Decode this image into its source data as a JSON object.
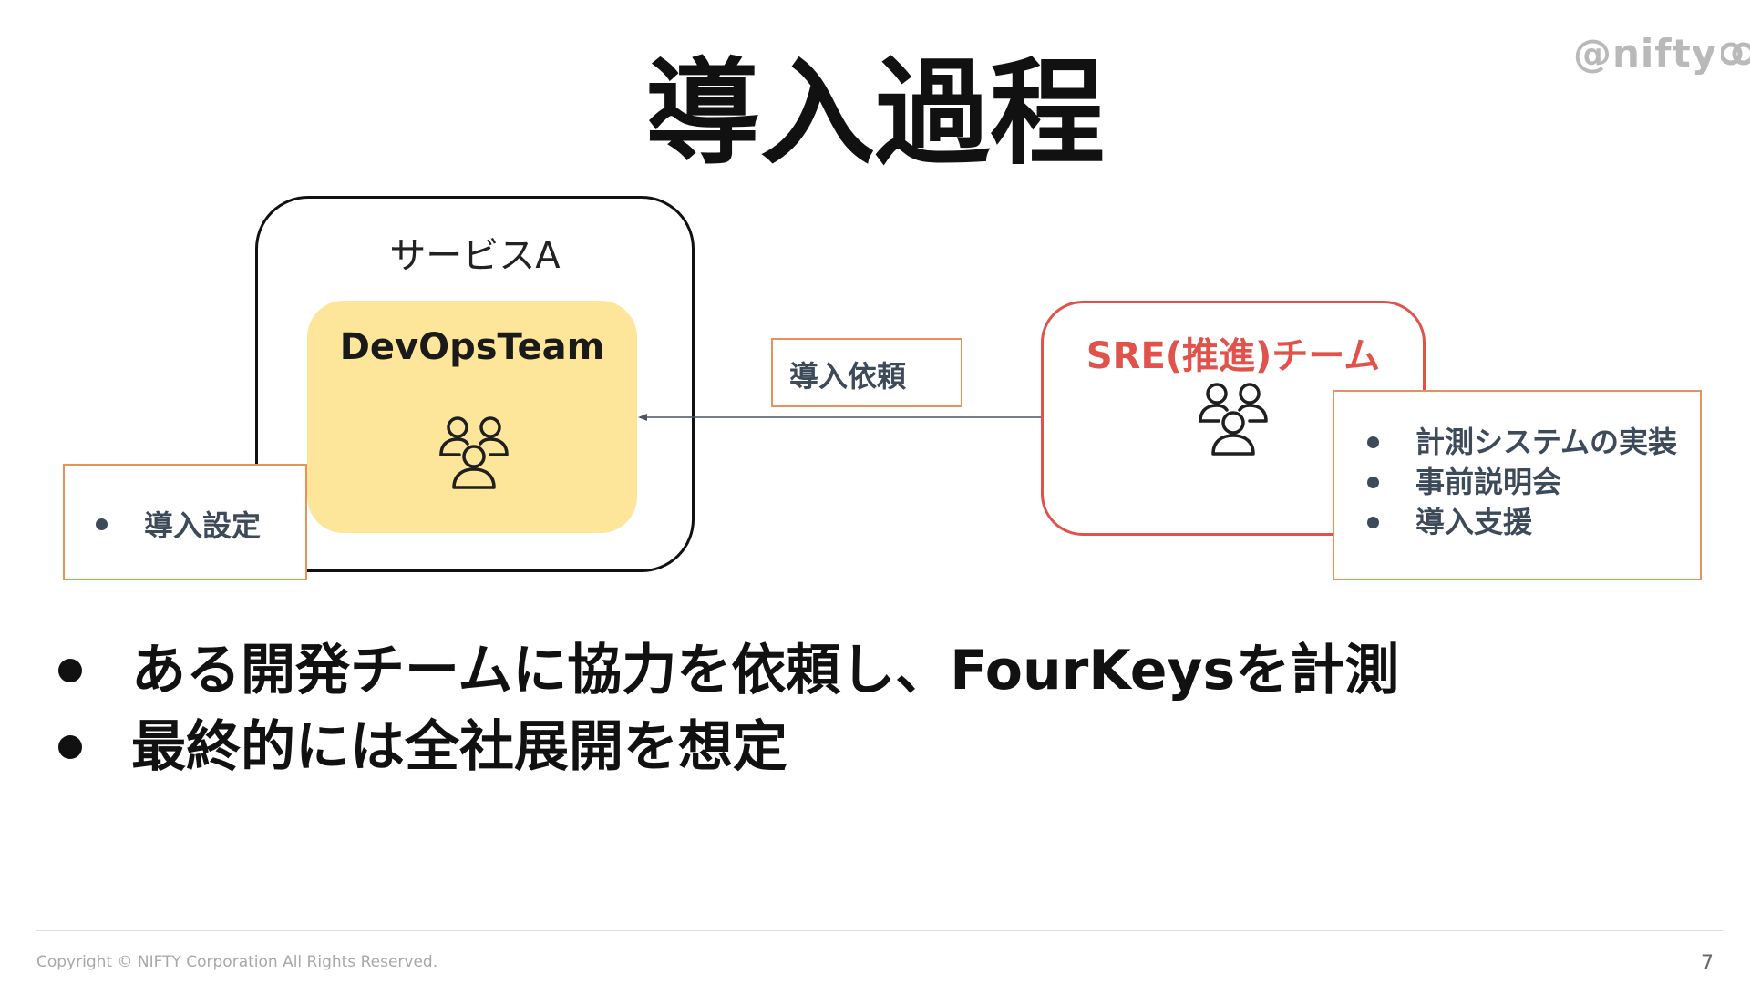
{
  "logo": {
    "text": "@nifty"
  },
  "title": "導入過程",
  "service": {
    "label": "サービスA",
    "team_label": "DevOpsTeam",
    "team_icon": "people-group-icon"
  },
  "left_callout": {
    "items": [
      "導入設定"
    ]
  },
  "request": {
    "label": "導入依頼",
    "arrow_color": "#4a5565"
  },
  "sre": {
    "label": "SRE(推進)チーム",
    "color": "#e0524a",
    "team_icon": "people-group-icon"
  },
  "right_callout": {
    "items": [
      "計測システムの実装",
      "事前説明会",
      "導入支援"
    ]
  },
  "bullets": [
    "ある開発チームに協力を依頼し、FourKeysを計測",
    "最終的には全社展開を想定"
  ],
  "footer": {
    "copyright": "Copyright © NIFTY Corporation All Rights Reserved.",
    "page_number": "7"
  },
  "colors": {
    "devops_fill": "#fde59a",
    "callout_border": "#e8915a",
    "sre_accent": "#e0524a"
  }
}
